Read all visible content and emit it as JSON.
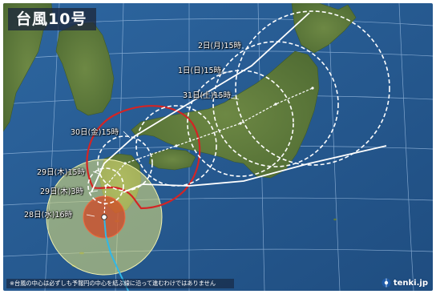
{
  "title": "台風10号",
  "forecast_labels": [
    {
      "text": "2日(月)15時"
    },
    {
      "text": "1日(日)15時"
    },
    {
      "text": "31日(土)15時"
    },
    {
      "text": "30日(金)15時"
    },
    {
      "text": "29日(木)15時"
    },
    {
      "text": "29日(木)3時"
    },
    {
      "text": "28日(水)16時"
    }
  ],
  "footnote": "※台風の中心は必ずしも予報円の中心を結ぶ線に沿って進むわけではありません",
  "brand": "tenki.jp",
  "colors": {
    "ocean": "#2a5d93",
    "land": "#5f7a3c",
    "storm_circle": "#e0e070",
    "gale_area": "#d0401e",
    "warning_area": "#c81e1e",
    "forecast_circle": "#ffffff",
    "track": "#30b8e8"
  }
}
